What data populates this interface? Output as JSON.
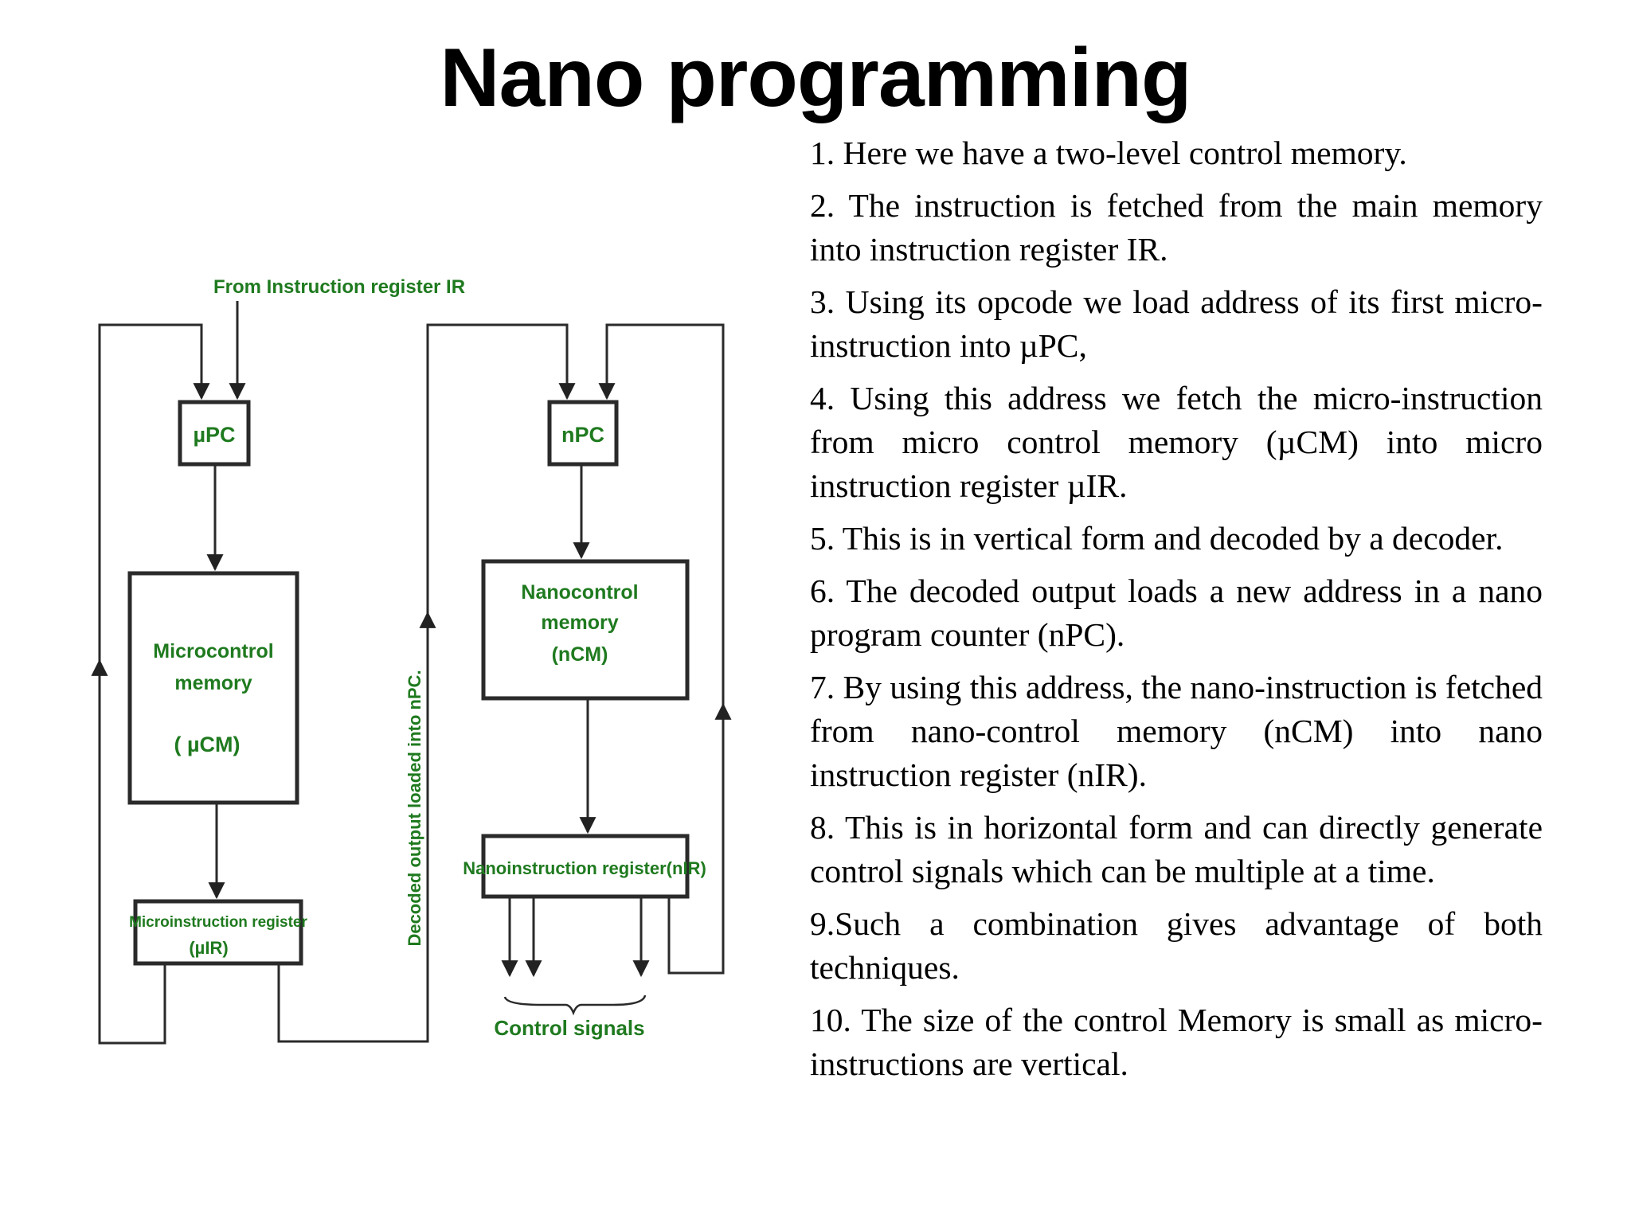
{
  "title": "Nano programming",
  "points": [
    "1. Here we have a two-level control memory.",
    "2. The instruction is fetched from the main memory into instruction register IR.",
    "3. Using its opcode we load address of its first micro-instruction into µPC,",
    "4. Using this address we fetch the micro-instruction from micro control memory (µCM) into micro instruction register µIR.",
    "5. This is in vertical form and decoded by a decoder.",
    "6. The decoded output loads a new address in a nano program counter (nPC).",
    "7. By using this address, the nano-instruction is fetched from nano-control memory (nCM) into nano instruction register (nIR).",
    "8. This is in horizontal form and can directly generate control signals which can be multiple at a time.",
    "9.Such a combination gives advantage of both techniques.",
    "10. The size of the control Memory is small as micro-instructions are vertical."
  ],
  "diagram": {
    "from_ir": "From Instruction register IR",
    "upc": "µPC",
    "npc": "nPC",
    "ucm_line1": "Microcontrol",
    "ucm_line2": "memory",
    "ucm_line3": "( µCM)",
    "ncm_line1": "Nanocontrol",
    "ncm_line2": "memory",
    "ncm_line3": "(nCM)",
    "uir_line1": "Microinstruction register",
    "uir_line2": "(µIR)",
    "nir": "Nanoinstruction register(nIR)",
    "decoded": "Decoded output loaded into nPC.",
    "control_signals": "Control signals"
  },
  "colors": {
    "diagram_label": "#1f7a1f",
    "text": "#000000"
  }
}
